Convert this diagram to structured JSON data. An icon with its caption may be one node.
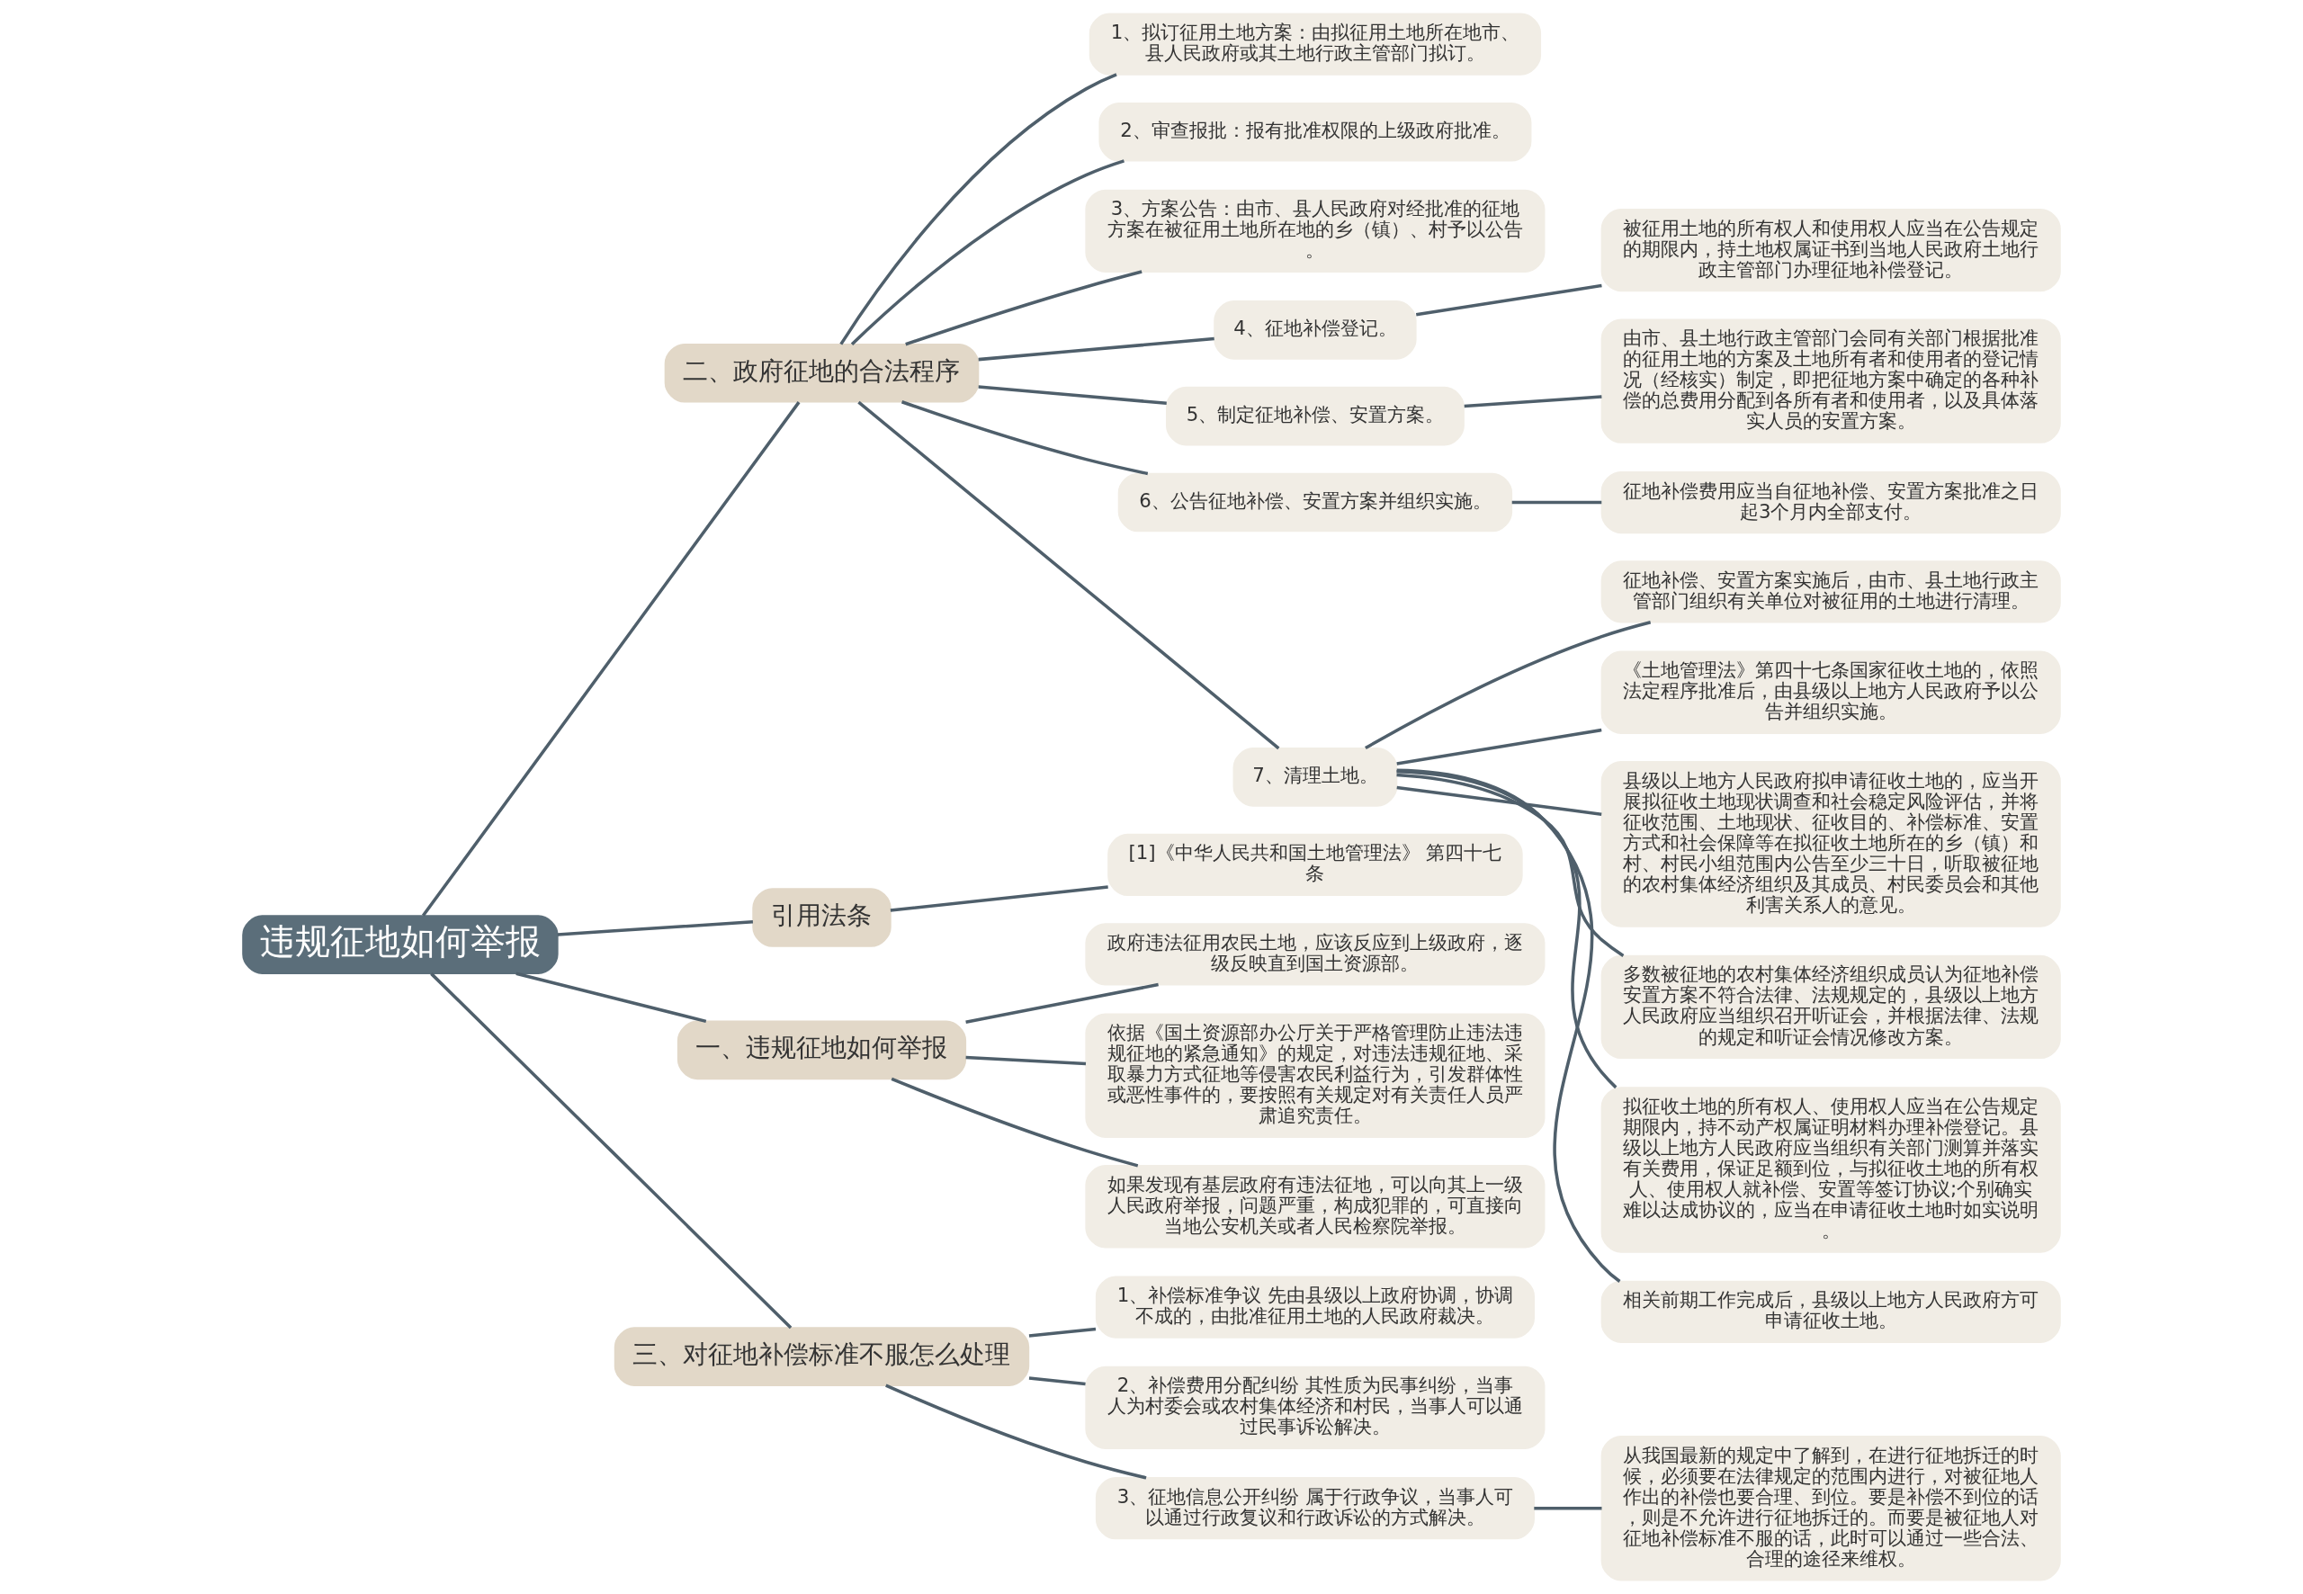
{
  "diagram": {
    "nodes": [
      {
        "text": [
          "违规征地如何举报"
        ]
      },
      {
        "text": [
          "二、政府征地的合法程序"
        ]
      },
      {
        "text": [
          "1、拟订征用土地方案：由拟征用土地所在地市、县人民政府或其土地行政主管部门拟订。"
        ]
      },
      {
        "text": [
          "2、审查报批：报有批准权限的上级政府批准。"
        ]
      },
      {
        "text": [
          "3、方案公告：由市、县人民政府对经批准的征地方案在被征用土地所在地的乡（镇）、村予以公告。"
        ]
      },
      {
        "text": [
          "4、征地补偿登记。"
        ]
      },
      {
        "text": [
          "被征用土地的所有权人和使用权人应当在公告规定的期限内，持土地权属证书到当地人民政府土地行政主管部门办理征地补偿登记。"
        ]
      },
      {
        "text": [
          "5、制定征地补偿、安置方案。"
        ]
      },
      {
        "text": [
          "由市、县土地行政主管部门会同有关部门根据批准的征用土地的方案及土地所有者和使用者的登记情况（经核实）制定，即把征地方案中确定的各种补偿的总费用分配到各所有者和使用者，以及具体落实人员的安置方案。"
        ]
      },
      {
        "text": [
          "6、公告征地补偿、安置方案并组织实施。"
        ]
      },
      {
        "text": [
          "征地补偿费用应当自征地补偿、安置方案批准之日起3个月内全部支付。"
        ]
      },
      {
        "text": [
          "7、清理土地。"
        ]
      },
      {
        "text": [
          "征地补偿、安置方案实施后，由市、县土地行政主管部门组织有关单位对被征用的土地进行清理。"
        ]
      },
      {
        "text": [
          "《土地管理法》第四十七条国家征收土地的，依照法定程序批准后，由县级以上地方人民政府予以公告并组织实施。"
        ]
      },
      {
        "text": [
          "县级以上地方人民政府拟申请征收土地的，应当开展拟征收土地现状调查和社会稳定风险评估，并将征收范围、土地现状、征收目的、补偿标准、安置方式和社会保障等在拟征收土地所在的乡（镇）和村、村民小组范围内公告至少三十日，听取被征地的农村集体经济组织及其成员、村民委员会和其他利害关系人的意见。"
        ]
      },
      {
        "text": [
          "多数被征地的农村集体经济组织成员认为征地补偿安置方案不符合法律、法规规定的，县级以上地方人民政府应当组织召开听证会，并根据法律、法规的规定和听证会情况修改方案。"
        ]
      },
      {
        "text": [
          "拟征收土地的所有权人、使用权人应当在公告规定期限内，持不动产权属证明材料办理补偿登记。县级以上地方人民政府应当组织有关部门测算并落实有关费用，保证足额到位，与拟征收土地的所有权人、使用权人就补偿、安置等签订协议;个别确实难以达成协议的，应当在申请征收土地时如实说明。"
        ]
      },
      {
        "text": [
          "相关前期工作完成后，县级以上地方人民政府方可申请征收土地。"
        ]
      },
      {
        "text": [
          "引用法条"
        ]
      },
      {
        "text": [
          "[1]《中华人民共和国土地管理法》 第四十七条"
        ]
      },
      {
        "text": [
          "一、违规征地如何举报"
        ]
      },
      {
        "text": [
          "政府违法征用农民土地，应该反应到上级政府，逐级反映直到国土资源部。"
        ]
      },
      {
        "text": [
          "依据《国土资源部办公厅关于严格管理防止违法违规征地的紧急通知》的规定，对违法违规征地、采取暴力方式征地等侵害农民利益行为，引发群体性或恶性事件的，要按照有关规定对有关责任人员严肃追究责任。"
        ]
      },
      {
        "text": [
          "如果发现有基层政府有违法征地，可以向其上一级人民政府举报，问题严重，构成犯罪的，可直接向当地公安机关或者人民检察院举报。"
        ]
      },
      {
        "text": [
          "三、对征地补偿标准不服怎么处理"
        ]
      },
      {
        "text": [
          "1、补偿标准争议 先由县级以上政府协调，协调不成的，由批准征用土地的人民政府裁决。"
        ]
      },
      {
        "text": [
          "2、补偿费用分配纠纷 其性质为民事纠纷，当事人为村委会或农村集体经济和村民，当事人可以通过民事诉讼解决。"
        ]
      },
      {
        "text": [
          "3、征地信息公开纠纷 属于行政争议，当事人可以通过行政复议和行政诉讼的方式解决。"
        ]
      },
      {
        "text": [
          "从我国最新的规定中了解到，在进行征地拆迁的时候，必须要在法律规定的范围内进行，对被征地人作出的补偿也要合理、到位。要是补偿不到位的话，则是不允许进行征地拆迁的。而要是被征地人对征地补偿标准不服的话，此时可以通过一些合法、合理的途径来维权。"
        ]
      }
    ],
    "edges": [
      {
        "from": 0,
        "to": 1,
        "arrow": "none"
      },
      {
        "from": 1,
        "to": 2,
        "arrow": "none"
      },
      {
        "from": 1,
        "to": 3,
        "arrow": "none"
      },
      {
        "from": 1,
        "to": 4,
        "arrow": "none"
      },
      {
        "from": 1,
        "to": 5,
        "arrow": "none"
      },
      {
        "from": 5,
        "to": 6,
        "arrow": "none"
      },
      {
        "from": 1,
        "to": 7,
        "arrow": "none"
      },
      {
        "from": 7,
        "to": 8,
        "arrow": "none"
      },
      {
        "from": 1,
        "to": 9,
        "arrow": "none"
      },
      {
        "from": 9,
        "to": 10,
        "arrow": "none"
      },
      {
        "from": 1,
        "to": 11,
        "arrow": "none"
      },
      {
        "from": 11,
        "to": 12,
        "arrow": "none"
      },
      {
        "from": 11,
        "to": 13,
        "arrow": "none"
      },
      {
        "from": 11,
        "to": 14,
        "arrow": "none"
      },
      {
        "from": 11,
        "to": 15,
        "arrow": "none"
      },
      {
        "from": 11,
        "to": 16,
        "arrow": "none"
      },
      {
        "from": 11,
        "to": 17,
        "arrow": "none"
      },
      {
        "from": 0,
        "to": 18,
        "arrow": "none"
      },
      {
        "from": 18,
        "to": 19,
        "arrow": "none"
      },
      {
        "from": 0,
        "to": 20,
        "arrow": "none"
      },
      {
        "from": 20,
        "to": 21,
        "arrow": "none"
      },
      {
        "from": 20,
        "to": 22,
        "arrow": "none"
      },
      {
        "from": 20,
        "to": 23,
        "arrow": "none"
      },
      {
        "from": 0,
        "to": 24,
        "arrow": "none"
      },
      {
        "from": 24,
        "to": 25,
        "arrow": "none"
      },
      {
        "from": 24,
        "to": 26,
        "arrow": "none"
      },
      {
        "from": 24,
        "to": 27,
        "arrow": "none"
      },
      {
        "from": 27,
        "to": 28,
        "arrow": "none"
      }
    ]
  }
}
